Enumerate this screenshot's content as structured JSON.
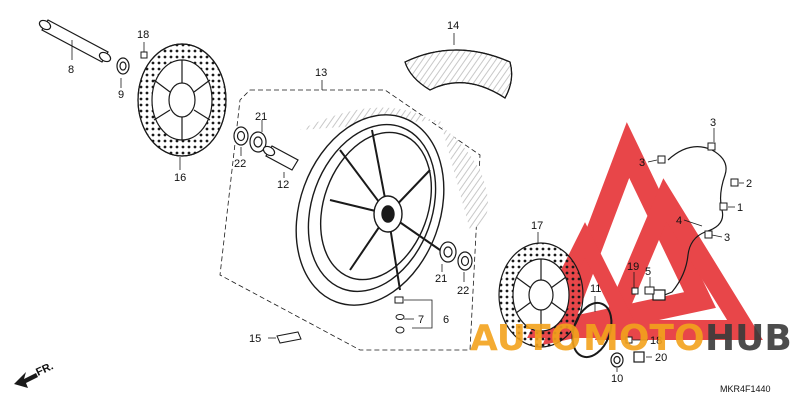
{
  "diagram": {
    "part_labels": {
      "p1": "1",
      "p2": "2",
      "p3a": "3",
      "p3b": "3",
      "p3c": "3",
      "p4": "4",
      "p5": "5",
      "p6": "6",
      "p7": "7",
      "p8": "8",
      "p9": "9",
      "p10": "10",
      "p11": "11",
      "p12": "12",
      "p13": "13",
      "p14": "14",
      "p15": "15",
      "p16": "16",
      "p17": "17",
      "p18a": "18",
      "p18b": "18",
      "p19": "19",
      "p20": "20",
      "p21a": "21",
      "p21b": "21",
      "p22a": "22",
      "p22b": "22"
    },
    "direction_label": "FR.",
    "diagram_code": "MKR4F1440",
    "colors": {
      "line": "#1a1a1a",
      "hatch": "#c8c8c8",
      "watermark_red": "#e5262a",
      "watermark_orange": "#f3a21c",
      "watermark_dark": "#3a3a3a"
    }
  },
  "watermark": {
    "part1": "AUTO",
    "part2": "MOTO",
    "part3": "HUB"
  }
}
